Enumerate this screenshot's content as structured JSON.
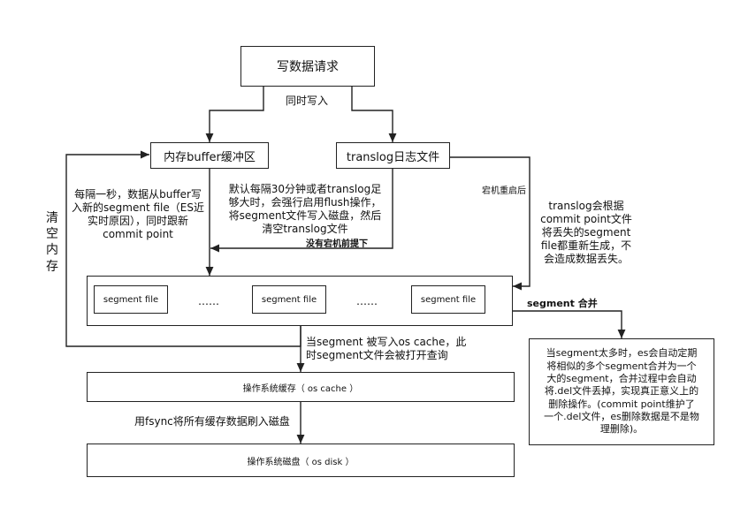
{
  "nodes": {
    "write_request": "写数据请求",
    "memory_buffer": "内存buffer缓冲区",
    "translog_file": "translog日志文件",
    "segment_file_1": "segment file",
    "segment_ellipsis_1": "……",
    "segment_file_2": "segment file",
    "segment_ellipsis_2": "……",
    "segment_file_3": "segment file",
    "os_cache": "操作系统缓存（ os cache ）",
    "os_disk": "操作系统磁盘（ os disk ）",
    "merge_note": [
      "当segment太多时，es会自动定期",
      "将相似的多个segment合并为一个",
      "大的segment，合并过程中会自动",
      "将.del文件丢掉，实现真正意义上的",
      "删除操作。(commit point维护了",
      "一个.del文件，es删除数据是不是物",
      "理删除)。"
    ]
  },
  "labels": {
    "simultaneous_write": "同时写入",
    "clear_memory": [
      "清",
      "空",
      "内",
      "存"
    ],
    "buffer_every_second": [
      "每隔一秒，数据从buffer写",
      "入新的segment file（ES近",
      "实时原因），同时跟新",
      "commit point"
    ],
    "flush_every_30min": [
      "默认每隔30分钟或者translog足",
      "够大时，会强行启用flush操作，",
      "将segment文件写入磁盘，然后",
      "清空translog文件"
    ],
    "no_crash_premise": "没有宕机前提下",
    "crash_restart": "宕机重启后",
    "translog_regenerate": [
      "translog会根据",
      "commit point文件",
      "将丢失的segment",
      "file都重新生成，不",
      "会造成数据丢失。"
    ],
    "segment_merge": "segment 合并",
    "written_to_os_cache": [
      "当segment 被写入os cache，此",
      "时segment文件会被打开查询"
    ],
    "fsync": "用fsync将所有缓存数据刷入磁盘"
  }
}
